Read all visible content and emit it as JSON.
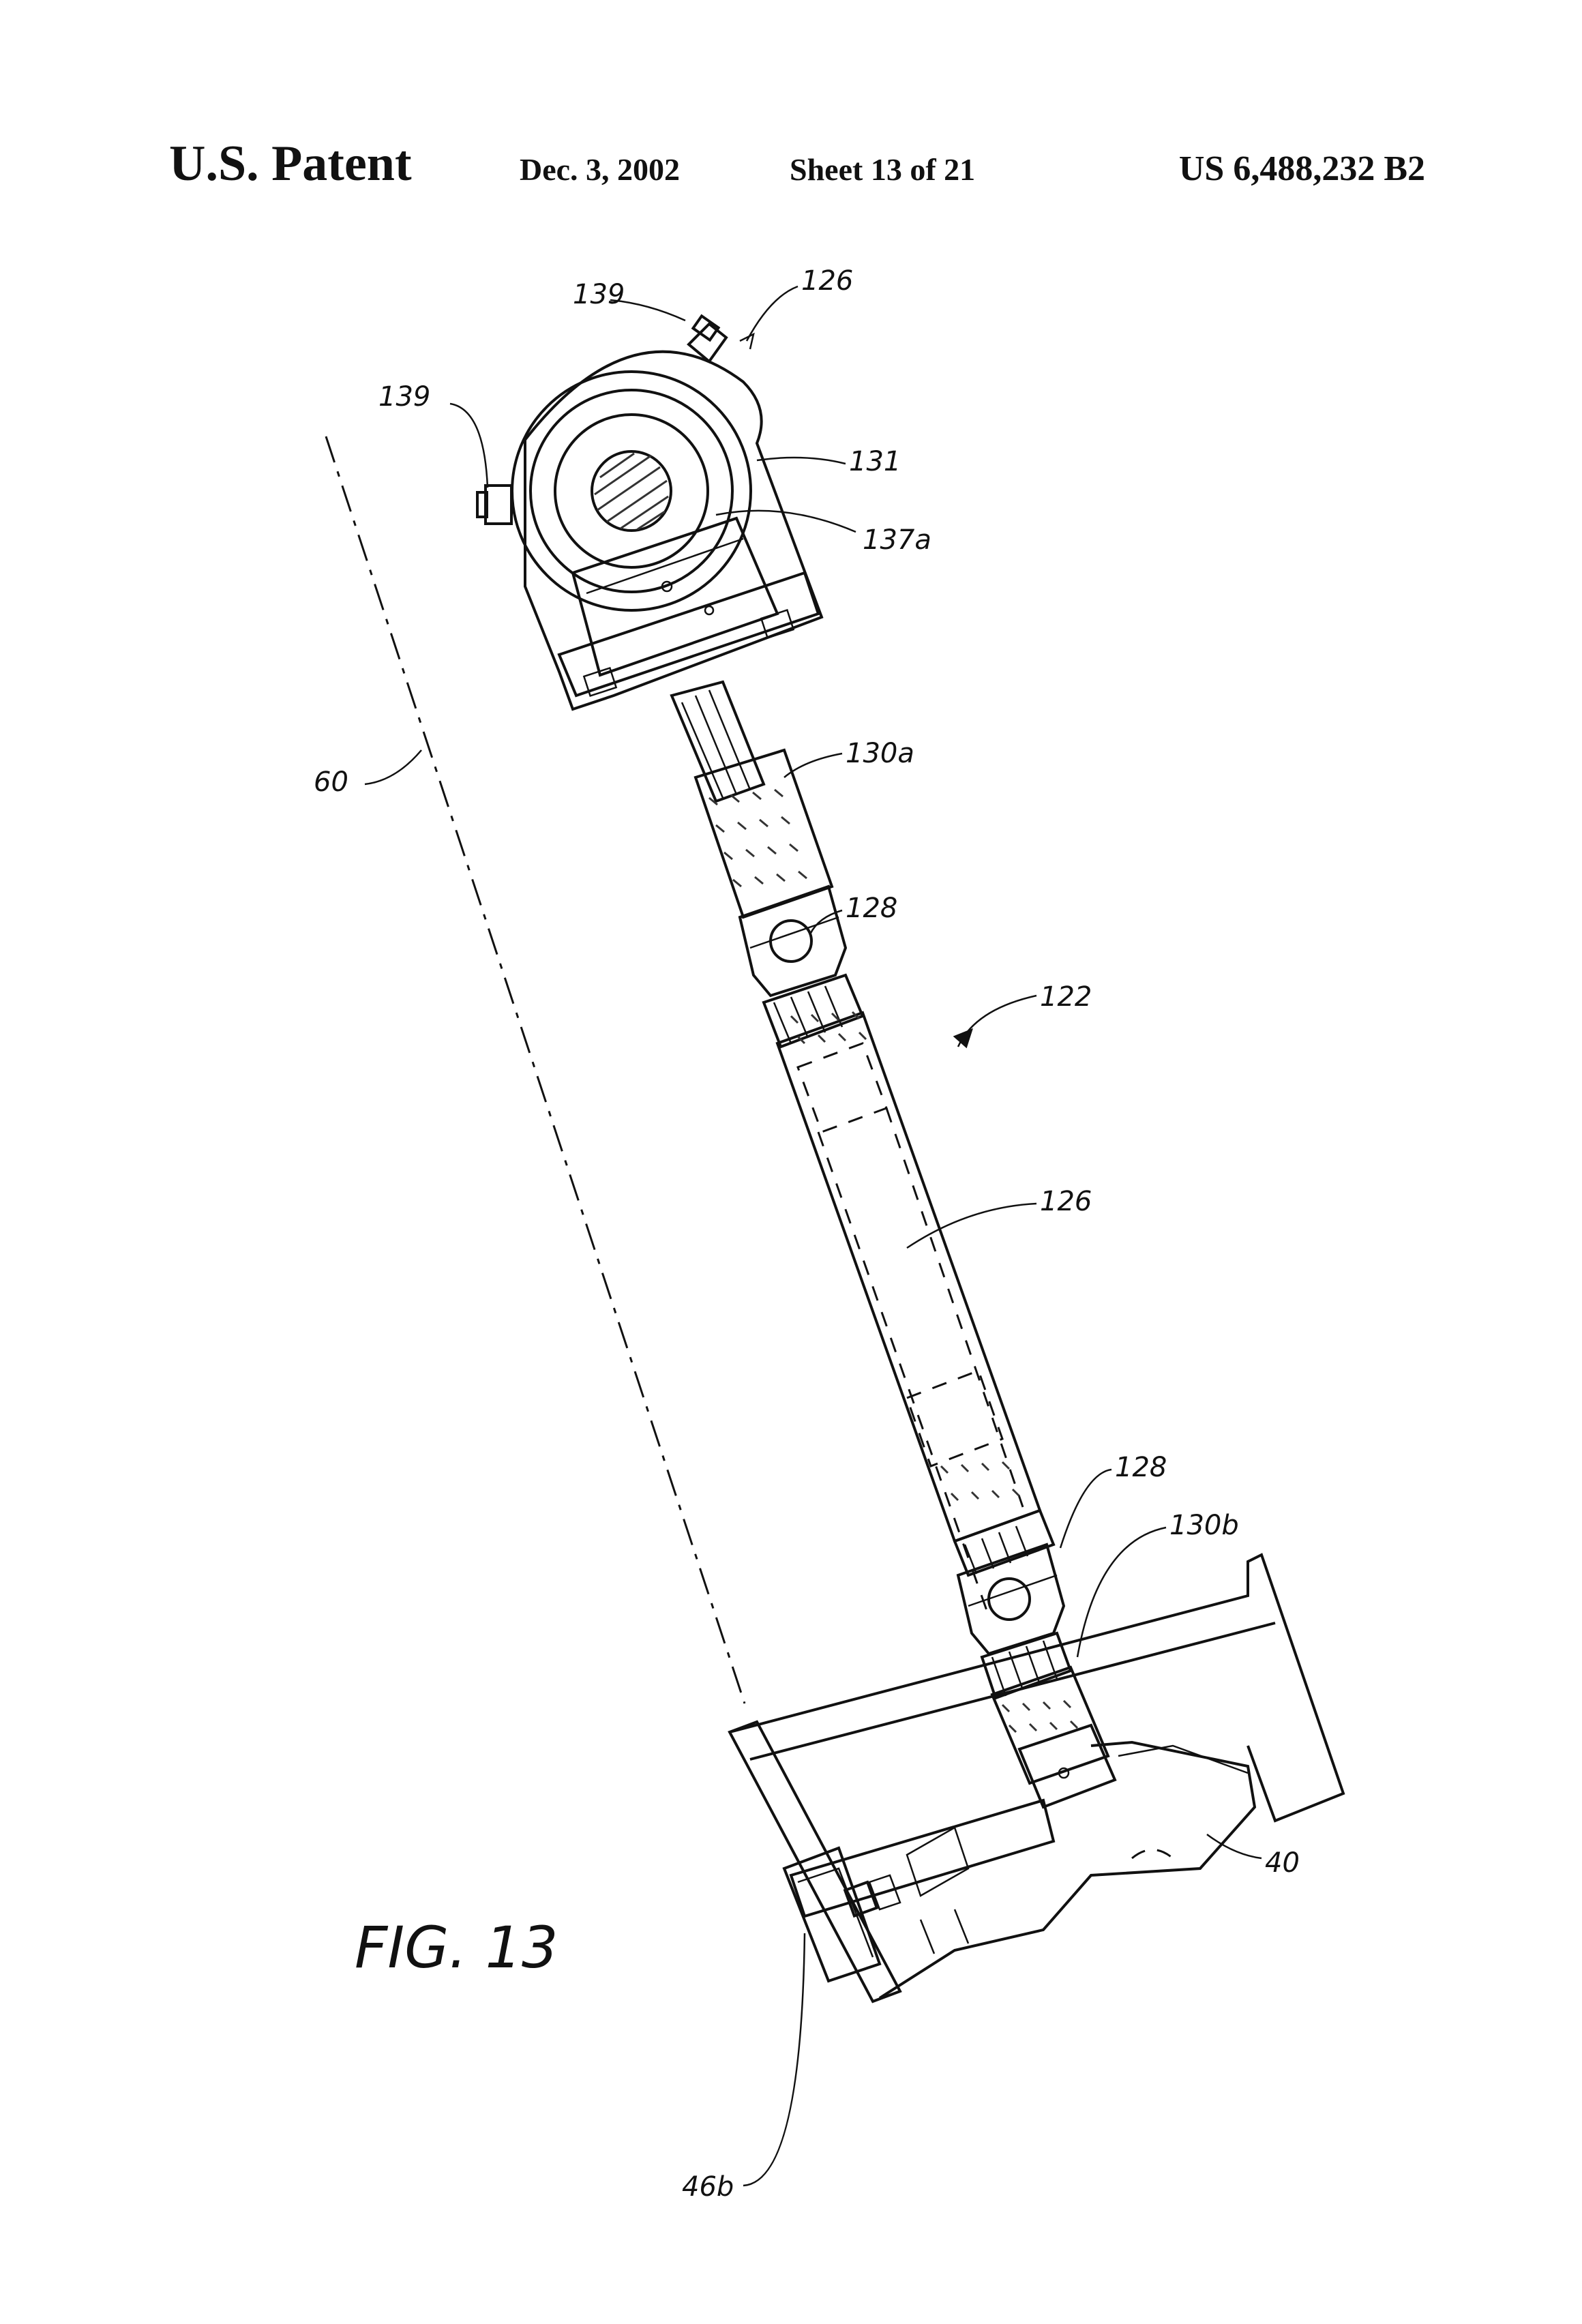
{
  "header": {
    "left": "U.S. Patent",
    "date": "Dec. 3, 2002",
    "sheet": "Sheet 13 of 21",
    "number": "US 6,488,232 B2"
  },
  "figure": {
    "caption": "FIG. 13",
    "labels": {
      "l126_top": "126",
      "l139_top": "139",
      "l139_left": "139",
      "l131": "131",
      "l137a": "137a",
      "l60": "60",
      "l130a": "130a",
      "l128_top": "128",
      "l122": "122",
      "l126_mid": "126",
      "l128_bottom": "128",
      "l130b": "130b",
      "l40": "40",
      "l46b": "46b"
    }
  }
}
